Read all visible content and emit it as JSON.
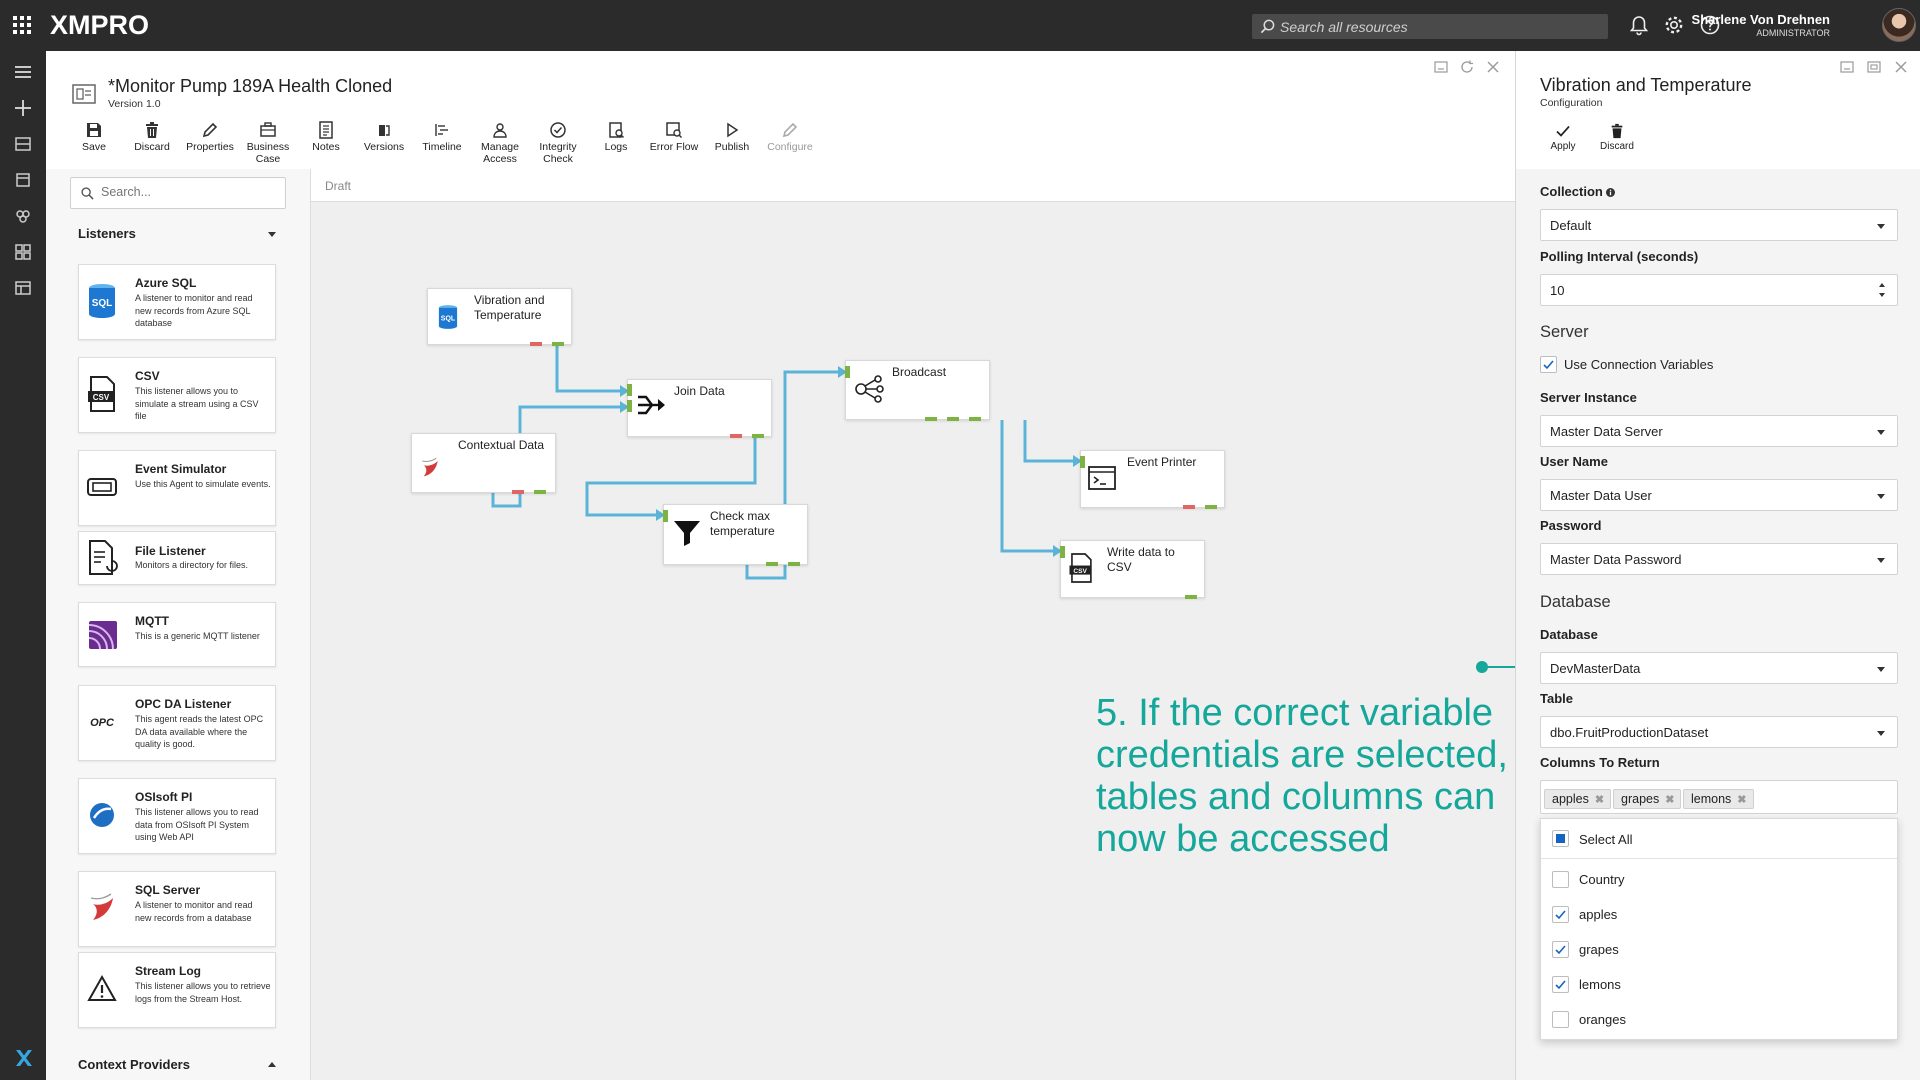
{
  "topbar": {
    "logo": "XMPRO",
    "search_placeholder": "Search all resources",
    "user_name": "Sharlene Von Drehnen",
    "user_role": "ADMINISTRATOR"
  },
  "document": {
    "title": "*Monitor Pump 189A Health Cloned",
    "version": "Version 1.0"
  },
  "toolbar": {
    "save": "Save",
    "discard": "Discard",
    "properties": "Properties",
    "business_case_1": "Business",
    "business_case_2": "Case",
    "notes": "Notes",
    "versions": "Versions",
    "timeline": "Timeline",
    "manage_access_1": "Manage",
    "manage_access_2": "Access",
    "integrity_check_1": "Integrity",
    "integrity_check_2": "Check",
    "logs": "Logs",
    "error_flow": "Error Flow",
    "publish": "Publish",
    "configure": "Configure"
  },
  "palette": {
    "search_placeholder": "Search...",
    "listeners_heading": "Listeners",
    "context_heading": "Context Providers",
    "agents": [
      {
        "title": "Azure SQL",
        "desc": "A listener to monitor and read new records from Azure SQL database",
        "icon": "azure-sql-icon"
      },
      {
        "title": "CSV",
        "desc": "This listener allows you to simulate a stream using a CSV file",
        "icon": "csv-icon"
      },
      {
        "title": "Event Simulator",
        "desc": "Use this Agent to simulate events.",
        "icon": "event-simulator-icon"
      },
      {
        "title": "File Listener",
        "desc": "Monitors a directory for files.",
        "icon": "file-listener-icon"
      },
      {
        "title": "MQTT",
        "desc": "This is a generic MQTT listener",
        "icon": "mqtt-icon"
      },
      {
        "title": "OPC DA Listener",
        "desc": "This agent reads the latest OPC DA data available where the quality is good.",
        "icon": "opc-icon"
      },
      {
        "title": "OSIsoft PI",
        "desc": "This listener allows you to read data from OSIsoft PI System using Web API",
        "icon": "osisoft-pi-icon"
      },
      {
        "title": "SQL Server",
        "desc": "A listener to monitor and read new records from a database",
        "icon": "sql-server-icon"
      },
      {
        "title": "Stream Log",
        "desc": "This listener allows you to retrieve logs from the Stream Host.",
        "icon": "warning-icon"
      }
    ]
  },
  "canvas": {
    "state": "Draft",
    "nodes": {
      "vibration": "Vibration and Temperature",
      "contextual": "Contextual Data",
      "join": "Join Data",
      "check": "Check max temperature",
      "broadcast": "Broadcast",
      "printer": "Event Printer",
      "csv": "Write data to CSV"
    },
    "annotation": "5. If the correct variable credentials are selected, tables and columns can now be accessed"
  },
  "config": {
    "title": "Vibration and Temperature",
    "subtitle": "Configuration",
    "apply": "Apply",
    "discard": "Discard",
    "collection_label": "Collection",
    "collection_value": "Default",
    "polling_label": "Polling Interval (seconds)",
    "polling_value": "10",
    "server_section": "Server",
    "use_conn_vars": "Use Connection Variables",
    "server_instance_label": "Server Instance",
    "server_instance_value": "Master Data Server",
    "username_label": "User Name",
    "username_value": "Master Data User",
    "password_label": "Password",
    "password_value": "Master Data Password",
    "database_section": "Database",
    "database_label": "Database",
    "database_value": "DevMasterData",
    "table_label": "Table",
    "table_value": "dbo.FruitProductionDataset",
    "columns_label": "Columns To Return",
    "selected_columns": [
      "apples",
      "grapes",
      "lemons"
    ],
    "select_all": "Select All",
    "options": [
      {
        "label": "Country",
        "checked": false
      },
      {
        "label": "apples",
        "checked": true
      },
      {
        "label": "grapes",
        "checked": true
      },
      {
        "label": "lemons",
        "checked": true
      },
      {
        "label": "oranges",
        "checked": false
      }
    ]
  },
  "colors": {
    "accent": "#14a79a",
    "edge": "#5bb4d8",
    "port_green": "#7cb342",
    "port_red": "#e06666",
    "check_blue": "#1565c0"
  }
}
